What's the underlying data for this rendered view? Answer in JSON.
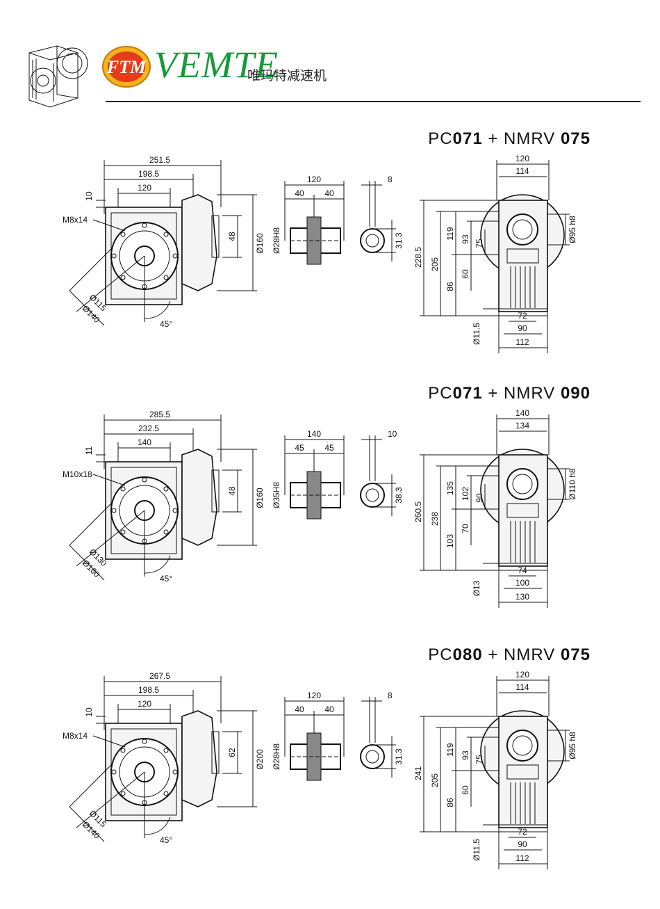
{
  "brand": {
    "logo_text": "FTM",
    "name": "VEMTE",
    "chinese_name": "唯玛特减速机",
    "accent_color": "#169a3b",
    "logo_color": "#e43b1b",
    "logo_ring_color": "#f4b31b"
  },
  "sections": [
    {
      "title_prefix_a": "PC",
      "title_num_a": "071",
      "title_plus": " + ",
      "title_prefix_b": "NMRV ",
      "title_num_b": "075",
      "side": {
        "total_width": "251.5",
        "mid_width": "198.5",
        "base_width": "120",
        "top_offset": "10",
        "thread": "M8x14",
        "flange_h": "48",
        "flange_d": "Ø160",
        "pcd_small": "Ø115",
        "pcd_large": "Ø140",
        "angle": "45°"
      },
      "shaft": {
        "total": "120",
        "left": "40",
        "right": "40",
        "bore": "Ø28H8"
      },
      "key": {
        "width": "8",
        "height": "31.3"
      },
      "front": {
        "top_outer": "120",
        "top_inner": "114",
        "h_total": "228.5",
        "h_body": "205",
        "h_upper": "119",
        "h_mid": "93",
        "h_small": "75",
        "h_lower": "86",
        "h_base": "60",
        "hole": "Ø11.5",
        "bottom_inner": "72",
        "bottom_mid": "90",
        "bottom_outer": "112",
        "shaft_d": "Ø95 h8"
      }
    },
    {
      "title_prefix_a": "PC",
      "title_num_a": "071",
      "title_plus": " + ",
      "title_prefix_b": "NMRV ",
      "title_num_b": "090",
      "side": {
        "total_width": "285.5",
        "mid_width": "232.5",
        "base_width": "140",
        "top_offset": "11",
        "thread": "M10x18",
        "flange_h": "48",
        "flange_d": "Ø160",
        "pcd_small": "Ø130",
        "pcd_large": "Ø160",
        "angle": "45°"
      },
      "shaft": {
        "total": "140",
        "left": "45",
        "right": "45",
        "bore": "Ø35H8"
      },
      "key": {
        "width": "10",
        "height": "38.3"
      },
      "front": {
        "top_outer": "140",
        "top_inner": "134",
        "h_total": "260.5",
        "h_body": "238",
        "h_upper": "135",
        "h_mid": "102",
        "h_small": "90",
        "h_lower": "103",
        "h_base": "70",
        "hole": "Ø13",
        "bottom_inner": "74",
        "bottom_mid": "100",
        "bottom_outer": "130",
        "shaft_d": "Ø110 h8"
      }
    },
    {
      "title_prefix_a": "PC",
      "title_num_a": "080",
      "title_plus": " + ",
      "title_prefix_b": "NMRV ",
      "title_num_b": "075",
      "side": {
        "total_width": "267.5",
        "mid_width": "198.5",
        "base_width": "120",
        "top_offset": "10",
        "thread": "M8x14",
        "flange_h": "62",
        "flange_d": "Ø200",
        "pcd_small": "Ø115",
        "pcd_large": "Ø140",
        "angle": "45°"
      },
      "shaft": {
        "total": "120",
        "left": "40",
        "right": "40",
        "bore": "Ø28H8"
      },
      "key": {
        "width": "8",
        "height": "31.3"
      },
      "front": {
        "top_outer": "120",
        "top_inner": "114",
        "h_total": "241",
        "h_body": "205",
        "h_upper": "119",
        "h_mid": "93",
        "h_small": "75",
        "h_lower": "86",
        "h_base": "60",
        "hole": "Ø11.5",
        "bottom_inner": "72",
        "bottom_mid": "90",
        "bottom_outer": "112",
        "shaft_d": "Ø95 h8"
      }
    }
  ]
}
